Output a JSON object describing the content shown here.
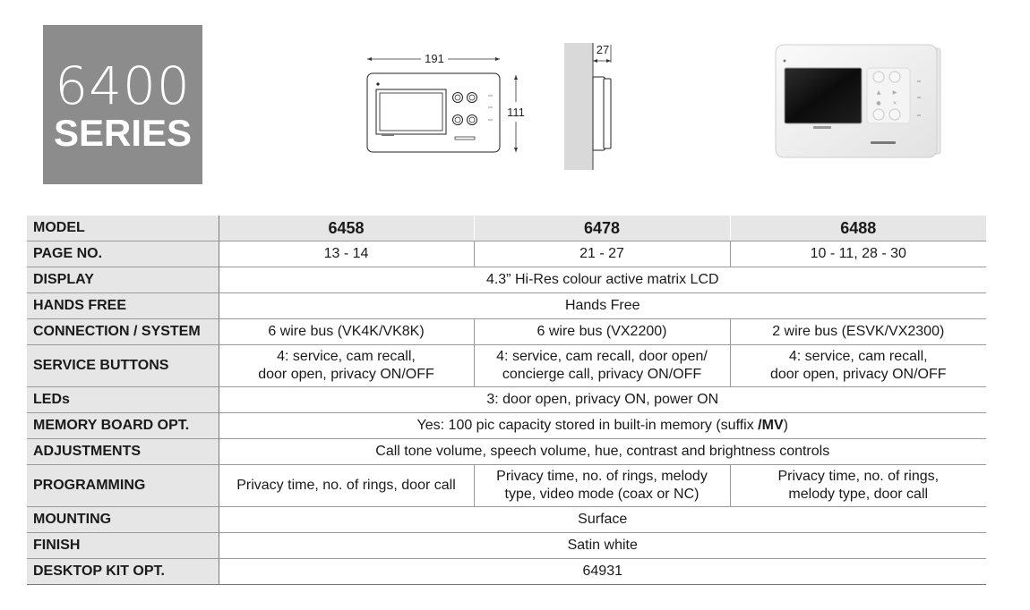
{
  "series": {
    "number": "6400",
    "word": "SERIES"
  },
  "dimensions": {
    "width": "191",
    "height": "111",
    "depth": "27"
  },
  "table": {
    "models": [
      "6458",
      "6478",
      "6488"
    ],
    "rows": [
      {
        "label": "MODEL",
        "type": "header",
        "cells": [
          "6458",
          "6478",
          "6488"
        ]
      },
      {
        "label": "PAGE NO.",
        "cells": [
          "13 - 14",
          "21 - 27",
          "10 - 11, 28 - 30"
        ]
      },
      {
        "label": "DISPLAY",
        "cells": [
          "4.3” Hi-Res colour active matrix LCD"
        ]
      },
      {
        "label": "HANDS FREE",
        "cells": [
          "Hands Free"
        ]
      },
      {
        "label": "CONNECTION / SYSTEM",
        "cells": [
          "6 wire bus (VK4K/VK8K)",
          "6 wire bus (VX2200)",
          "2 wire bus (ESVK/VX2300)"
        ]
      },
      {
        "label": "SERVICE BUTTONS",
        "cells": [
          [
            "4: service, cam recall,",
            "door open, privacy ON/OFF"
          ],
          [
            "4: service, cam recall, door open/",
            "concierge call, privacy ON/OFF"
          ],
          [
            "4: service, cam recall,",
            "door open, privacy ON/OFF"
          ]
        ]
      },
      {
        "label": "LEDs",
        "cells": [
          "3: door open, privacy ON, power ON"
        ]
      },
      {
        "label": "MEMORY BOARD OPT.",
        "cells": [
          [
            "Yes: 100 pic capacity stored in built-in memory (suffix ",
            "/MV",
            ")"
          ]
        ],
        "rich": true
      },
      {
        "label": "ADJUSTMENTS",
        "cells": [
          "Call tone volume, speech volume, hue, contrast and brightness controls"
        ]
      },
      {
        "label": "PROGRAMMING",
        "cells": [
          "Privacy time, no. of rings, door call",
          [
            "Privacy time, no. of rings, melody",
            "type, video mode (coax or NC)"
          ],
          [
            "Privacy time, no. of rings,",
            "melody type, door call"
          ]
        ]
      },
      {
        "label": "MOUNTING",
        "cells": [
          "Surface"
        ]
      },
      {
        "label": "FINISH",
        "cells": [
          "Satin white"
        ]
      },
      {
        "label": "DESKTOP KIT OPT.",
        "cells": [
          "64931"
        ]
      }
    ]
  }
}
